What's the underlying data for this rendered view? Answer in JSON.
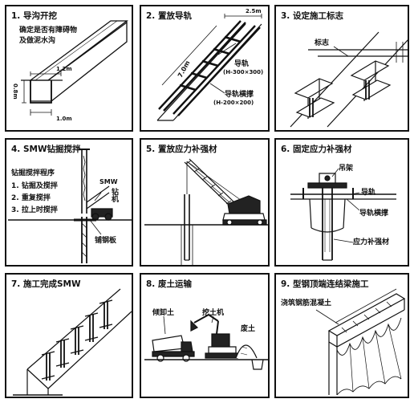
{
  "panels": [
    {
      "title": "1. 导沟开挖",
      "notes": [
        "确定是否有障碍物",
        "及做泥水沟"
      ],
      "dims": [
        "1.2m",
        "0.8m",
        "1.0m"
      ]
    },
    {
      "title": "2. 置放导轨",
      "dims": [
        "2.5m",
        "7.0m"
      ],
      "labels": [
        "导轨",
        "(H-300×300)",
        "导轨横撑",
        "(H-200×200)"
      ]
    },
    {
      "title": "3. 设定施工标志",
      "labels": [
        "标志"
      ]
    },
    {
      "title": "4. SMW钻掘搅拌",
      "steps_title": "钻掘搅拌程序",
      "steps": [
        "1. 钻掘及搅拌",
        "2. 重复搅拌",
        "3. 拉上时搅拌"
      ],
      "labels": [
        "SMW",
        "钻机",
        "铺钢板"
      ]
    },
    {
      "title": "5. 置放应力补强材"
    },
    {
      "title": "6. 固定应力补强材",
      "labels": [
        "吊架",
        "导轨",
        "导轨横撑",
        "应力补强材"
      ]
    },
    {
      "title": "7. 施工完成SMW"
    },
    {
      "title": "8. 废土运输",
      "labels": [
        "倾卸土",
        "挖土机",
        "废土"
      ]
    },
    {
      "title": "9. 型钢顶端连结梁施工",
      "labels": [
        "浇筑钢筋混凝土"
      ]
    }
  ]
}
